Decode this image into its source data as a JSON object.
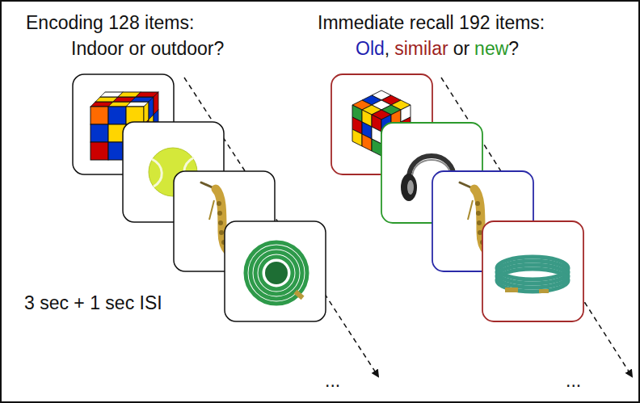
{
  "diagram": {
    "labels": [
      "Encoding 128 items:",
      "Indoor or outdoor?",
      "Immediate recall 192 items:",
      "Old",
      ",",
      "similar",
      "or",
      "new",
      "?",
      "3 sec + 1 sec ISI",
      "...",
      "..."
    ]
  }
}
